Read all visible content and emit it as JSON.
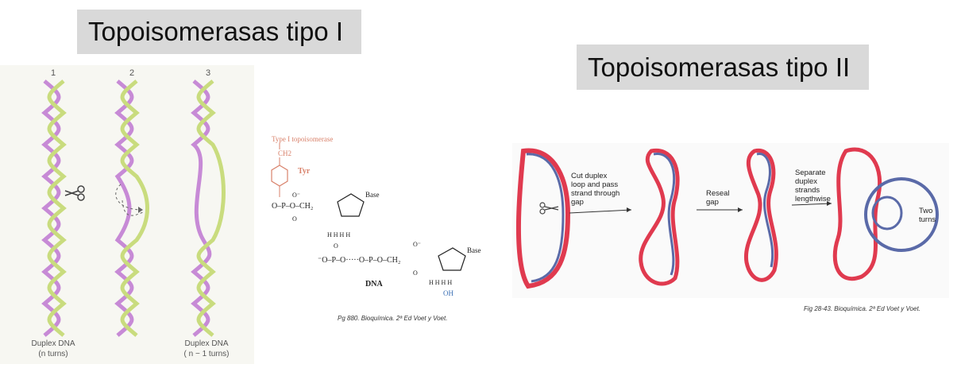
{
  "titles": {
    "type1": "Topoisomerasas tipo I",
    "type2": "Topoisomerasas tipo II"
  },
  "helix_panel": {
    "step_numbers": [
      "1",
      "2",
      "3"
    ],
    "caption_left": [
      "Duplex DNA",
      "(n turns)"
    ],
    "caption_right": [
      "Duplex DNA",
      "( n − 1 turns)"
    ],
    "colors": {
      "strand_a": "#c78ad6",
      "strand_b": "#c9dc7e"
    }
  },
  "chemistry": {
    "enzyme_label": "Type I topoisomerase",
    "ch2": "CH2",
    "tyr": "Tyr",
    "dna": "DNA",
    "base": "Base",
    "oh": "OH",
    "colors": {
      "enzyme": "#d9826b",
      "oh": "#3a6fb5"
    }
  },
  "citations": {
    "left": "Pg 880. Bioquímica. 2ª Ed Voet y Voet.",
    "right": "Fig 28-43. Bioquímica. 2ª Ed Voet y Voet."
  },
  "topo2": {
    "step_labels": [
      [
        "Cut duplex",
        "loop and pass",
        "strand through",
        "gap"
      ],
      [
        "Reseal",
        "gap"
      ],
      [
        "Separate",
        "duplex",
        "strands",
        "lengthwise"
      ],
      [
        "Two",
        "turns"
      ]
    ],
    "colors": {
      "red": "#e03a4f",
      "blue": "#5a6aa8"
    }
  }
}
